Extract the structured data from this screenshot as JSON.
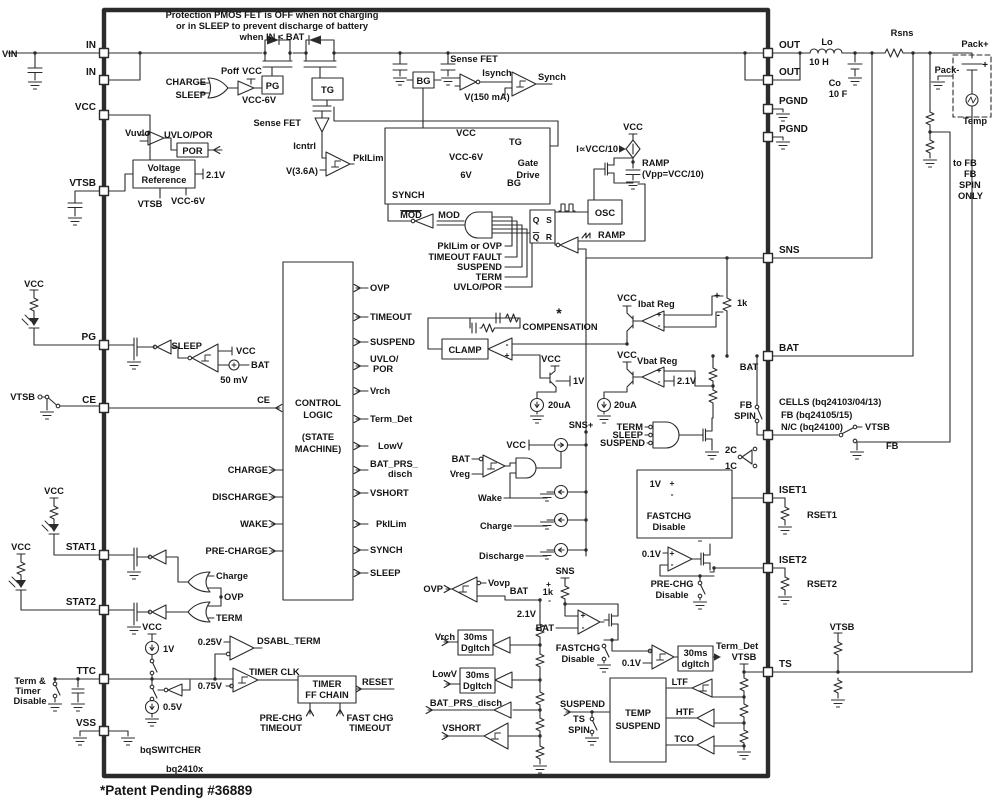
{
  "device": {
    "family_label": "bqSWITCHER",
    "part_label": "bq2410x"
  },
  "pins": {
    "left": [
      [
        "IN",
        53
      ],
      [
        "IN",
        80
      ],
      [
        "VCC",
        115
      ],
      [
        "VTSB",
        191
      ],
      [
        "PG",
        345
      ],
      [
        "CE",
        408
      ],
      [
        "STAT1",
        555
      ],
      [
        "STAT2",
        610
      ],
      [
        "TTC",
        679
      ],
      [
        "VSS",
        731
      ]
    ],
    "right": [
      [
        "OUT",
        53
      ],
      [
        "OUT",
        80
      ],
      [
        "PGND",
        109
      ],
      [
        "PGND",
        137
      ],
      [
        "SNS",
        258
      ],
      [
        "BAT",
        356
      ],
      [
        "",
        435
      ],
      [
        "ISET1",
        498
      ],
      [
        "ISET2",
        568
      ],
      [
        "TS",
        672
      ]
    ]
  },
  "boxes": [
    [
      "por-box",
      177,
      143,
      31,
      14,
      [
        "POR"
      ],
      [
        11
      ]
    ],
    [
      "voltage-reference-box",
      133,
      160,
      62,
      28,
      [
        "Voltage",
        "Reference"
      ],
      [
        11,
        23
      ]
    ],
    [
      "pg-driver-box",
      262,
      76,
      21,
      18,
      [
        "PG"
      ],
      [
        13
      ]
    ],
    [
      "tg-driver-box",
      312,
      78,
      31,
      22,
      [
        "TG"
      ],
      [
        15
      ]
    ],
    [
      "bg-driver-box",
      413,
      72,
      21,
      16,
      [
        "BG"
      ],
      [
        12
      ]
    ],
    [
      "gate-drive-box",
      385,
      128,
      165,
      76,
      [],
      []
    ],
    [
      "sr-flipflop-box",
      530,
      210,
      25,
      33,
      [],
      []
    ],
    [
      "osc-box",
      588,
      200,
      34,
      24,
      [
        "OSC"
      ],
      [
        16
      ]
    ],
    [
      "control-logic-box",
      283,
      262,
      70,
      338,
      [],
      []
    ],
    [
      "clamp-box",
      442,
      339,
      46,
      20,
      [
        "CLAMP"
      ],
      [
        14
      ]
    ],
    [
      "timer-ff-chain-box",
      298,
      676,
      58,
      27,
      [
        "TIMER",
        "FF CHAIN"
      ],
      [
        11,
        22
      ]
    ],
    [
      "deglitch-vrch-box",
      458,
      630,
      35,
      25,
      [
        "30ms",
        "Dgltch"
      ],
      [
        10,
        21
      ]
    ],
    [
      "deglitch-lowv-box",
      460,
      668,
      35,
      25,
      [
        "30ms",
        "Dgltch"
      ],
      [
        10,
        21
      ]
    ],
    [
      "deglitch-term-box",
      678,
      646,
      35,
      25,
      [
        "30ms",
        "dgltch"
      ],
      [
        10,
        21
      ]
    ],
    [
      "temp-suspend-box",
      610,
      678,
      56,
      84,
      [
        "TEMP",
        "SUSPEND"
      ],
      [
        38,
        51
      ]
    ],
    [
      "fastchg-outline-box",
      637,
      470,
      95,
      68,
      [],
      []
    ]
  ],
  "labels": [
    [
      "note-line-1",
      272,
      18,
      "m",
      "Protection PMOS FET is OFF when not charging"
    ],
    [
      "note-line-2",
      272,
      29,
      "m",
      "or in SLEEP to prevent discharge of battery"
    ],
    [
      "note-line-3",
      272,
      40,
      "m",
      "when IN < BAT"
    ],
    [
      "vin",
      2,
      57,
      "s",
      "VIN"
    ],
    [
      "charge-in",
      206,
      85,
      "e",
      "CHARGE"
    ],
    [
      "sleep-in",
      206,
      98,
      "e",
      "SLEEP"
    ],
    [
      "poff",
      230,
      74,
      "m",
      "Poff"
    ],
    [
      "vcc-pgdrv",
      252,
      74,
      "m",
      "VCC"
    ],
    [
      "vcc6v-pgdrv",
      259,
      103,
      "m",
      "VCC-6V"
    ],
    [
      "sense-fet-top",
      301,
      126,
      "e",
      "Sense FET"
    ],
    [
      "icntrl",
      316,
      149,
      "e",
      "Icntrl"
    ],
    [
      "pkilim-cmp",
      353,
      161,
      "s",
      "PkILim"
    ],
    [
      "v3a6",
      318,
      174,
      "e",
      "V(3.6A)"
    ],
    [
      "vuvlo",
      150,
      136,
      "e",
      "Vuvlo"
    ],
    [
      "uvlo-por",
      164,
      138,
      "s",
      "UVLO/POR"
    ],
    [
      "ref-2v1",
      206,
      178,
      "s",
      "2.1V"
    ],
    [
      "vtsb-ref",
      150,
      207,
      "m",
      "VTSB"
    ],
    [
      "vcc6v-ref",
      188,
      204,
      "m",
      "VCC-6V"
    ],
    [
      "sense-fet-bg",
      474,
      62,
      "m",
      "Sense FET"
    ],
    [
      "isynch",
      497,
      76,
      "m",
      "Isynch"
    ],
    [
      "v150ma",
      487,
      100,
      "m",
      "V(150 mA)"
    ],
    [
      "synch-out",
      538,
      80,
      "s",
      "Synch"
    ],
    [
      "vcc-gd",
      466,
      136,
      "m",
      "VCC"
    ],
    [
      "vcc6v-gd",
      466,
      160,
      "m",
      "VCC-6V"
    ],
    [
      "tg-gd",
      509,
      145,
      "s",
      "TG"
    ],
    [
      "gate-drive-1",
      528,
      166,
      "m",
      "Gate"
    ],
    [
      "gate-drive-2",
      528,
      178,
      "m",
      "Drive"
    ],
    [
      "6v-gd",
      466,
      178,
      "m",
      "6V"
    ],
    [
      "bg-gd",
      507,
      186,
      "s",
      "BG"
    ],
    [
      "synch-gd",
      392,
      198,
      "s",
      "SYNCH"
    ],
    [
      "mod-bar",
      411,
      218,
      "m",
      "MOD",
      9.3,
      true
    ],
    [
      "mod",
      449,
      218,
      "m",
      "MOD"
    ],
    [
      "pkilim-or-ovp",
      502,
      249,
      "e",
      "PkILim or OVP"
    ],
    [
      "timeout-fault",
      502,
      260,
      "e",
      "TIMEOUT FAULT"
    ],
    [
      "suspend-sig",
      502,
      270,
      "e",
      "SUSPEND"
    ],
    [
      "term-sig",
      502,
      280,
      "e",
      "TERM"
    ],
    [
      "uvlo-por-sig",
      502,
      290,
      "e",
      "UVLO/POR"
    ],
    [
      "ff-q",
      536,
      223,
      "m",
      "Q",
      8.5
    ],
    [
      "ff-s",
      549,
      223,
      "m",
      "S",
      8.5
    ],
    [
      "ff-qb",
      536,
      240,
      "m",
      "Q",
      8.5,
      true
    ],
    [
      "ff-r",
      549,
      240,
      "m",
      "R",
      8.5
    ],
    [
      "ramp-sig",
      598,
      238,
      "s",
      "RAMP"
    ],
    [
      "vcc-ramp",
      633,
      130,
      "m",
      "VCC"
    ],
    [
      "i-vcc10",
      618,
      152,
      "e",
      "I∝VCC/10"
    ],
    [
      "ramp-lbl",
      642,
      166,
      "s",
      "RAMP"
    ],
    [
      "vpp",
      642,
      177,
      "s",
      "(Vpp=VCC/10)"
    ],
    [
      "comp-ast",
      559,
      318,
      "m",
      "*",
      14
    ],
    [
      "compensation",
      560,
      330,
      "m",
      "COMPENSATION"
    ],
    [
      "amp-minus",
      507,
      347,
      "m",
      "-",
      8.5
    ],
    [
      "amp-plus",
      507,
      358,
      "m",
      "+",
      8.5
    ],
    [
      "vcc-clamp",
      551,
      362,
      "m",
      "VCC"
    ],
    [
      "1v-clamp",
      573,
      384,
      "s",
      "1V"
    ],
    [
      "20ua-1",
      548,
      408,
      "s",
      "20uA"
    ],
    [
      "20ua-2",
      614,
      408,
      "s",
      "20uA"
    ],
    [
      "vcc-ibat",
      627,
      301,
      "m",
      "VCC"
    ],
    [
      "ibat-reg",
      638,
      307,
      "s",
      "Ibat Reg"
    ],
    [
      "ibat-plus",
      659,
      317,
      "m",
      "+",
      8.5
    ],
    [
      "ibat-minus",
      659,
      328,
      "m",
      "-",
      8.5
    ],
    [
      "plus-1k",
      720,
      299,
      "e",
      "+",
      10
    ],
    [
      "minus-1k",
      720,
      318,
      "e",
      "-",
      10
    ],
    [
      "1k-top",
      737,
      306,
      "s",
      "1k"
    ],
    [
      "vcc-vbat",
      627,
      358,
      "m",
      "VCC"
    ],
    [
      "vbat-reg",
      637,
      364,
      "s",
      "Vbat Reg"
    ],
    [
      "vbat-plus",
      659,
      373,
      "m",
      "+",
      8.5
    ],
    [
      "vbat-minus",
      659,
      384,
      "m",
      "-",
      8.5
    ],
    [
      "2v1-vbat",
      677,
      384,
      "s",
      "2.1V"
    ],
    [
      "bat-node",
      749,
      370,
      "m",
      "BAT"
    ],
    [
      "term-nand",
      643,
      430,
      "e",
      "TERM"
    ],
    [
      "sleep-nand",
      643,
      438,
      "e",
      "SLEEP"
    ],
    [
      "suspend-nand",
      645,
      446,
      "e",
      "SUSPEND"
    ],
    [
      "fb-spin-1",
      746,
      408,
      "m",
      "FB"
    ],
    [
      "fb-spin-2",
      745,
      419,
      "m",
      "SPIN"
    ],
    [
      "2c",
      731,
      453,
      "m",
      "2C"
    ],
    [
      "1c",
      731,
      469,
      "m",
      "1C"
    ],
    [
      "cells-line-1",
      779,
      405,
      "s",
      "CELLS (bq24103/04/13)"
    ],
    [
      "cells-line-2",
      781,
      418,
      "s",
      "FB (bq24105/15)"
    ],
    [
      "cells-line-3",
      781,
      430,
      "s",
      "N/C (bq24100)"
    ],
    [
      "vtsb-cells",
      865,
      430,
      "s",
      "VTSB"
    ],
    [
      "fb-cells",
      886,
      449,
      "s",
      "FB"
    ],
    [
      "ctrl-1",
      318,
      406,
      "m",
      "CONTROL"
    ],
    [
      "ctrl-2",
      318,
      418,
      "m",
      "LOGIC"
    ],
    [
      "ctrl-3",
      318,
      440,
      "m",
      "(STATE"
    ],
    [
      "ctrl-4",
      318,
      452,
      "m",
      "MACHINE)"
    ],
    [
      "sig-ovp",
      370,
      291,
      "s",
      "OVP"
    ],
    [
      "sig-timeout",
      370,
      320,
      "s",
      "TIMEOUT"
    ],
    [
      "sig-suspend",
      370,
      345,
      "s",
      "SUSPEND"
    ],
    [
      "sig-uvlo",
      370,
      362,
      "s",
      "UVLO/"
    ],
    [
      "sig-por",
      373,
      372,
      "s",
      "POR"
    ],
    [
      "sig-vrch",
      370,
      394,
      "s",
      "Vrch"
    ],
    [
      "sig-termdet",
      370,
      422,
      "s",
      "Term_Det"
    ],
    [
      "sig-lowv",
      378,
      449,
      "s",
      "LowV"
    ],
    [
      "sig-batprs",
      370,
      467,
      "s",
      "BAT_PRS_"
    ],
    [
      "sig-disch",
      388,
      477,
      "s",
      "disch"
    ],
    [
      "sig-vshort",
      370,
      496,
      "s",
      "VSHORT"
    ],
    [
      "sig-pkilim",
      376,
      527,
      "s",
      "PkILim"
    ],
    [
      "sig-synch",
      370,
      553,
      "s",
      "SYNCH"
    ],
    [
      "sig-sleep",
      370,
      576,
      "s",
      "SLEEP"
    ],
    [
      "ce-ctrl",
      270,
      403,
      "e",
      "CE"
    ],
    [
      "sig-charge",
      268,
      473,
      "e",
      "CHARGE"
    ],
    [
      "sig-discharge",
      268,
      500,
      "e",
      "DISCHARGE"
    ],
    [
      "sig-wake",
      268,
      527,
      "e",
      "WAKE"
    ],
    [
      "sig-precharge",
      268,
      554,
      "e",
      "PRE-CHARGE"
    ],
    [
      "vcc-pgled",
      34,
      287,
      "m",
      "VCC"
    ],
    [
      "sleep-cmp",
      202,
      349,
      "e",
      "SLEEP"
    ],
    [
      "vcc-sleep",
      236,
      354,
      "s",
      "VCC"
    ],
    [
      "bat-sleep",
      251,
      368,
      "s",
      "BAT"
    ],
    [
      "50mv",
      234,
      383,
      "m",
      "50 mV"
    ],
    [
      "vtsb-ce",
      35,
      400,
      "e",
      "VTSB"
    ],
    [
      "vcc-stat1",
      54,
      494,
      "m",
      "VCC"
    ],
    [
      "vcc-stat2",
      21,
      550,
      "m",
      "VCC"
    ],
    [
      "charge-or",
      216,
      579,
      "s",
      "Charge"
    ],
    [
      "ovp-or",
      224,
      600,
      "s",
      "OVP"
    ],
    [
      "term-or",
      216,
      621,
      "s",
      "TERM"
    ],
    [
      "vcc-ttc",
      152,
      630,
      "m",
      "VCC"
    ],
    [
      "1v-ttc",
      163,
      652,
      "s",
      "1V"
    ],
    [
      "0v25",
      222,
      645,
      "e",
      "0.25V"
    ],
    [
      "dsabl-term",
      257,
      644,
      "s",
      "DSABL_TERM"
    ],
    [
      "0v75",
      222,
      689,
      "e",
      "0.75V"
    ],
    [
      "timer-clk",
      249,
      675,
      "s",
      "TIMER CLK"
    ],
    [
      "0v5",
      163,
      710,
      "s",
      "0.5V"
    ],
    [
      "term-timer-1",
      30,
      684,
      "m",
      "Term &"
    ],
    [
      "term-timer-2",
      28,
      694,
      "m",
      "Timer"
    ],
    [
      "term-timer-3",
      30,
      704,
      "m",
      "Disable"
    ],
    [
      "reset",
      362,
      685,
      "s",
      "RESET"
    ],
    [
      "prechg-to-1",
      281,
      721,
      "m",
      "PRE-CHG"
    ],
    [
      "prechg-to-2",
      281,
      731,
      "m",
      "TIMEOUT"
    ],
    [
      "fastchg-to-1",
      370,
      721,
      "m",
      "FAST CHG"
    ],
    [
      "fastchg-to-2",
      370,
      731,
      "m",
      "TIMEOUT"
    ],
    [
      "bqswitcher",
      140,
      753,
      "s",
      "bqSWITCHER"
    ],
    [
      "bq2410x",
      166,
      772,
      "s",
      "bq2410x"
    ],
    [
      "patent",
      100,
      795,
      "s",
      "*Patent Pending #36889",
      13.5
    ],
    [
      "1v-iset",
      661,
      487,
      "e",
      "1V"
    ],
    [
      "iset1-plus",
      672,
      486,
      "m",
      "+",
      8.5
    ],
    [
      "iset1-minus",
      672,
      497,
      "m",
      "-",
      8.5
    ],
    [
      "fastchg-dis-1",
      669,
      519,
      "m",
      "FASTCHG"
    ],
    [
      "fastchg-dis-2",
      669,
      530,
      "m",
      "Disable"
    ],
    [
      "rset1",
      807,
      518,
      "s",
      "RSET1"
    ],
    [
      "0v1-iset",
      661,
      557,
      "e",
      "0.1V"
    ],
    [
      "iset2-plus",
      672,
      556,
      "m",
      "+",
      8.5
    ],
    [
      "iset2-minus",
      672,
      567,
      "m",
      "-",
      8.5
    ],
    [
      "prechg-dis-1",
      672,
      587,
      "m",
      "PRE-CHG"
    ],
    [
      "prechg-dis-2",
      672,
      598,
      "m",
      "Disable"
    ],
    [
      "rset2",
      807,
      587,
      "s",
      "RSET2"
    ],
    [
      "sns-plus",
      581,
      428,
      "m",
      "SNS+"
    ],
    [
      "vcc-wake",
      526,
      448,
      "e",
      "VCC"
    ],
    [
      "bat-wake",
      470,
      462,
      "e",
      "BAT"
    ],
    [
      "vreg-wake",
      470,
      477,
      "e",
      "Vreg"
    ],
    [
      "wake",
      502,
      501,
      "e",
      "Wake"
    ],
    [
      "charge-src",
      512,
      529,
      "e",
      "Charge"
    ],
    [
      "discharge-src",
      524,
      559,
      "e",
      "Discharge"
    ],
    [
      "ovp-cmp",
      443,
      592,
      "e",
      "OVP"
    ],
    [
      "vovp",
      488,
      586,
      "s",
      "Vovp"
    ],
    [
      "bat-ovp",
      519,
      594,
      "m",
      "BAT"
    ],
    [
      "2v1-ladder",
      536,
      617,
      "e",
      "2.1V"
    ],
    [
      "vrch",
      455,
      640,
      "e",
      "Vrch"
    ],
    [
      "lowv",
      457,
      677,
      "e",
      "LowV"
    ],
    [
      "bat-prs-disch",
      502,
      706,
      "e",
      "BAT_PRS_disch"
    ],
    [
      "vshort",
      481,
      731,
      "e",
      "VSHORT"
    ],
    [
      "sns-tick",
      565,
      574,
      "m",
      "SNS"
    ],
    [
      "plus-1kb",
      551,
      587,
      "e",
      "+",
      8.5
    ],
    [
      "1k-bot",
      553,
      595,
      "e",
      "1k"
    ],
    [
      "minus-1kb",
      551,
      603,
      "e",
      "-",
      8.5
    ],
    [
      "bat-amp",
      554,
      631,
      "e",
      "BAT"
    ],
    [
      "batamp-plus",
      583,
      618,
      "m",
      "+",
      8.5
    ],
    [
      "batamp-minus",
      583,
      630,
      "m",
      "-",
      8.5
    ],
    [
      "fastchg-dis2-1",
      578,
      651,
      "m",
      "FASTCHG"
    ],
    [
      "fastchg-dis2-2",
      578,
      662,
      "m",
      "Disable"
    ],
    [
      "0v1-term",
      641,
      666,
      "e",
      "0.1V"
    ],
    [
      "term-det",
      716,
      649,
      "s",
      "Term_Det"
    ],
    [
      "vtsb-ts",
      744,
      660,
      "m",
      "VTSB"
    ],
    [
      "ltf",
      688,
      685,
      "e",
      "LTF"
    ],
    [
      "htf",
      694,
      715,
      "e",
      "HTF"
    ],
    [
      "tco",
      694,
      742,
      "e",
      "TCO"
    ],
    [
      "suspend-out",
      605,
      707,
      "e",
      "SUSPEND"
    ],
    [
      "ts-spin-1",
      579,
      722,
      "m",
      "TS"
    ],
    [
      "ts-spin-2",
      579,
      733,
      "m",
      "SPIN"
    ],
    [
      "vtsb-ts-ext",
      842,
      630,
      "m",
      "VTSB"
    ],
    [
      "rsns",
      902,
      36,
      "m",
      "Rsns"
    ],
    [
      "lo",
      827,
      45,
      "m",
      "Lo"
    ],
    [
      "10uh",
      819,
      65,
      "m",
      "10  H"
    ],
    [
      "co",
      841,
      86,
      "e",
      "Co"
    ],
    [
      "10uf",
      838,
      97,
      "m",
      "10  F"
    ],
    [
      "pack-plus",
      975,
      47,
      "m",
      "Pack+"
    ],
    [
      "batt-plus",
      985,
      68,
      "m",
      "+",
      10
    ],
    [
      "pack-minus",
      947,
      73,
      "m",
      "Pack-"
    ],
    [
      "temp",
      975,
      124,
      "m",
      "Temp"
    ],
    [
      "tofb-1",
      953,
      166,
      "s",
      "to FB"
    ],
    [
      "tofb-2",
      964,
      177,
      "s",
      "FB"
    ],
    [
      "tofb-3",
      959,
      188,
      "s",
      "SPIN"
    ],
    [
      "tofb-4",
      958,
      199,
      "s",
      "ONLY"
    ]
  ]
}
